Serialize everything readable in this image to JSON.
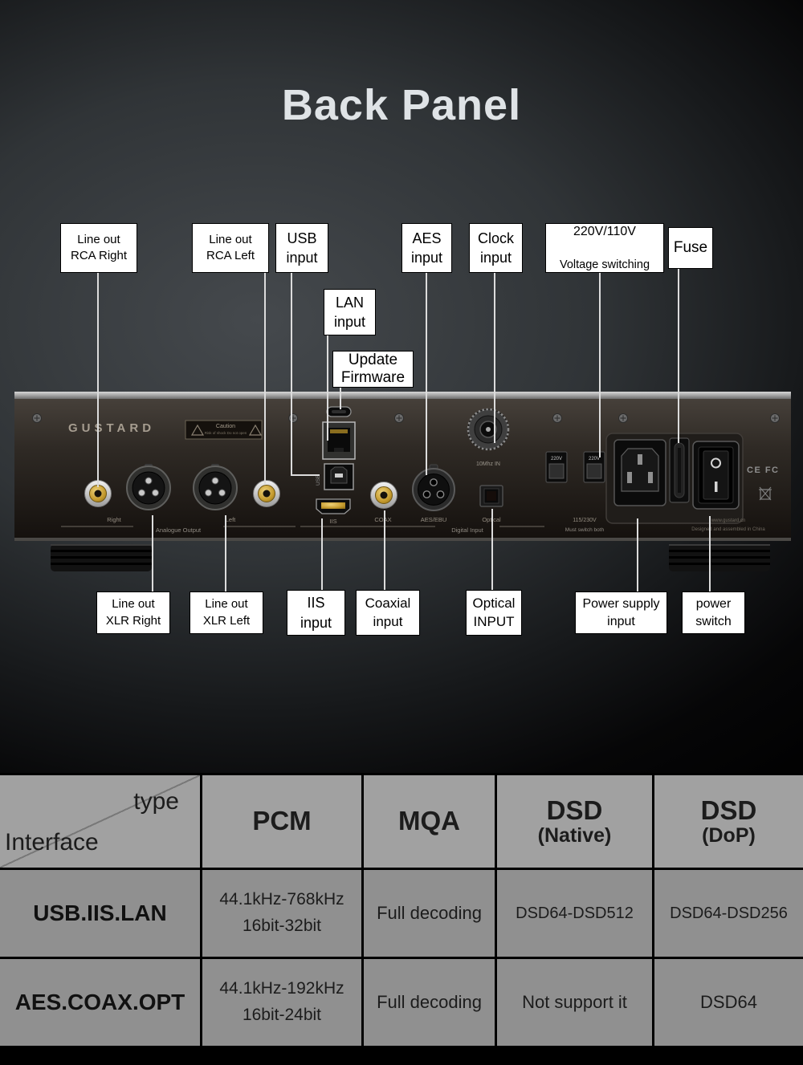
{
  "page": {
    "title": "Back Panel"
  },
  "callouts": {
    "line_out_rca_right": "Line out\nRCA Right",
    "line_out_rca_left": "Line out\nRCA Left",
    "usb_input": "USB\ninput",
    "aes_input": "AES\ninput",
    "clock_input": "Clock\ninput",
    "voltage_switching_line1": "220V/110V",
    "voltage_switching_line2": "Voltage switching",
    "fuse": "Fuse",
    "lan_input": "LAN\ninput",
    "update_firmware": "Update\nFirmware",
    "line_out_xlr_right": "Line out\nXLR Right",
    "line_out_xlr_left": "Line out\nXLR Left",
    "iis_input": "IIS\ninput",
    "coaxial_input": "Coaxial\ninput",
    "optical_input": "Optical\nINPUT",
    "power_supply_input": "Power supply\ninput",
    "power_switch": "power\nswitch"
  },
  "panel": {
    "brand": "GUSTARD",
    "caution_title": "Caution",
    "caution_text": "Risk of shock Do not open",
    "right_label": "Right",
    "left_label": "Left",
    "analogue_output": "Analogue Output",
    "usb_label": "USB",
    "iis_label": "IIS",
    "coax_label": "COAX",
    "aes_ebu_label": "AES/EBU",
    "optical_label": "Optical",
    "digital_input": "Digital Input",
    "clock_label": "10Mhz IN",
    "switch1_label": "220V",
    "switch2_label": "220V",
    "voltage_label": "115/230V",
    "voltage_note": "Must switch both",
    "cert_label": "CE FC",
    "website": "www.gustard.cn",
    "origin": "Designed and assembled in China"
  },
  "table": {
    "corner": {
      "top": "type",
      "bottom": "Interface"
    },
    "headers": [
      {
        "main": "PCM",
        "sub": ""
      },
      {
        "main": "MQA",
        "sub": ""
      },
      {
        "main": "DSD",
        "sub": "(Native)"
      },
      {
        "main": "DSD",
        "sub": "(DoP)"
      }
    ],
    "rows": [
      {
        "interface": "USB.IIS.LAN",
        "pcm": "44.1kHz-768kHz\n16bit-32bit",
        "mqa": "Full decoding",
        "dsd_native": "DSD64-DSD512",
        "dsd_dop": "DSD64-DSD256"
      },
      {
        "interface": "AES.COAX.OPT",
        "pcm": "44.1kHz-192kHz\n16bit-24bit",
        "mqa": "Full decoding",
        "dsd_native": "Not support it",
        "dsd_dop": "DSD64"
      }
    ]
  }
}
